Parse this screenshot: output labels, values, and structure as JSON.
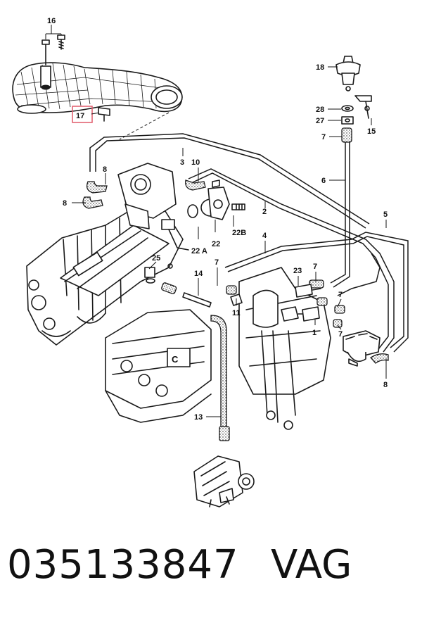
{
  "diagram": {
    "callouts": {
      "c16": "16",
      "c17": "17",
      "c18": "18",
      "c28": "28",
      "c27": "27",
      "c15": "15",
      "c7a": "7",
      "c6": "6",
      "c3": "3",
      "c10": "10",
      "c8a": "8",
      "c8b": "8",
      "c2": "2",
      "c5": "5",
      "c22b": "22B",
      "c4": "4",
      "c22a": "22 A",
      "c22": "22",
      "c25": "25",
      "c7b": "7",
      "c14": "14",
      "c23": "23",
      "c7c": "7",
      "c7d": "7",
      "c11": "11",
      "c1": "1",
      "c7e": "7",
      "c8c": "8",
      "c13": "13"
    },
    "highlighted_part": "17",
    "highlight_color": "#e05a6a"
  },
  "footer": {
    "part_number": "035133847",
    "brand": "VAG"
  }
}
